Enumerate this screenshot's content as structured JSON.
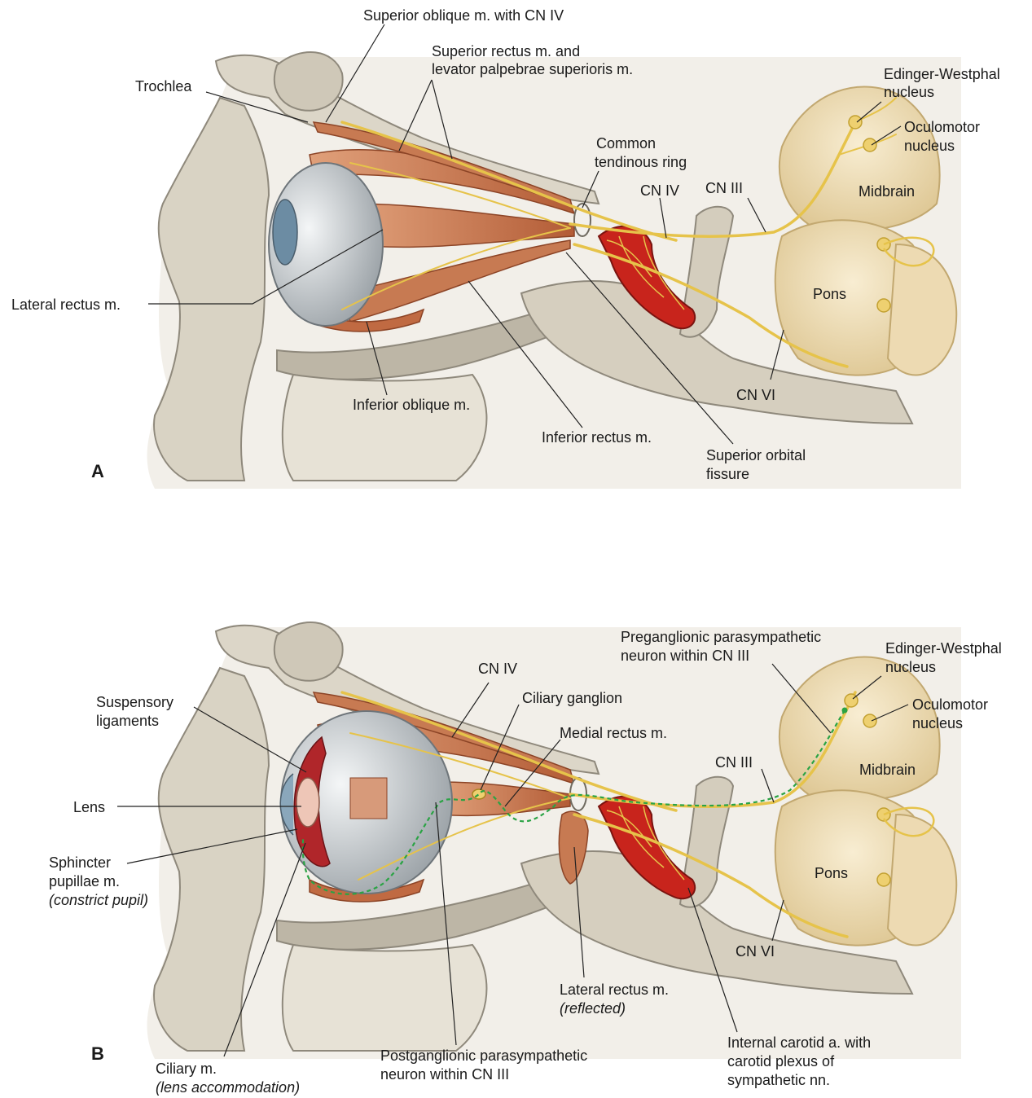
{
  "panels": {
    "a": {
      "letter": "A",
      "labels": {
        "superior_oblique": "Superior oblique m. with CN IV",
        "superior_rectus_l1": "Superior rectus m. and",
        "superior_rectus_l2": "levator palpebrae superioris m.",
        "trochlea": "Trochlea",
        "edinger_l1": "Edinger-Westphal",
        "edinger_l2": "nucleus",
        "oculomotor_l1": "Oculomotor",
        "oculomotor_l2": "nucleus",
        "common_ring_l1": "Common",
        "common_ring_l2": "tendinous ring",
        "cn_iv": "CN IV",
        "cn_iii": "CN III",
        "midbrain": "Midbrain",
        "lateral_rectus": "Lateral rectus m.",
        "pons": "Pons",
        "cn_vi": "CN VI",
        "inferior_oblique": "Inferior oblique m.",
        "inferior_rectus": "Inferior rectus m.",
        "sof_l1": "Superior orbital",
        "sof_l2": "fissure"
      }
    },
    "b": {
      "letter": "B",
      "labels": {
        "pregang_l1": "Preganglionic parasympathetic",
        "pregang_l2": "neuron within CN III",
        "edinger_l1": "Edinger-Westphal",
        "edinger_l2": "nucleus",
        "cn_iv": "CN IV",
        "oculomotor_l1": "Oculomotor",
        "oculomotor_l2": "nucleus",
        "suspensory_l1": "Suspensory",
        "suspensory_l2": "ligaments",
        "ciliary_ganglion": "Ciliary ganglion",
        "medial_rectus": "Medial rectus m.",
        "cn_iii": "CN III",
        "midbrain": "Midbrain",
        "lens": "Lens",
        "pons": "Pons",
        "sphincter_l1": "Sphincter",
        "sphincter_l2": "pupillae m.",
        "sphincter_l3": "(constrict pupil)",
        "cn_vi": "CN VI",
        "lateral_rectus_l1": "Lateral rectus m.",
        "lateral_rectus_l2": "(reflected)",
        "ciliary_m_l1": "Ciliary m.",
        "ciliary_m_l2": "(lens accommodation)",
        "postgang_l1": "Postganglionic parasympathetic",
        "postgang_l2": "neuron within CN III",
        "carotid_l1": "Internal carotid a. with",
        "carotid_l2": "carotid plexus of",
        "carotid_l3": "sympathetic nn."
      }
    }
  },
  "colors": {
    "bone": "#dcd6c8",
    "bone_shadow": "#a9a396",
    "muscle": "#c9744a",
    "nerve": "#e6c34a",
    "artery": "#c8241c",
    "brainstem": "#f1e2c0",
    "parasympathetic_path": "#2aa344",
    "eye": "#d9dde0"
  }
}
